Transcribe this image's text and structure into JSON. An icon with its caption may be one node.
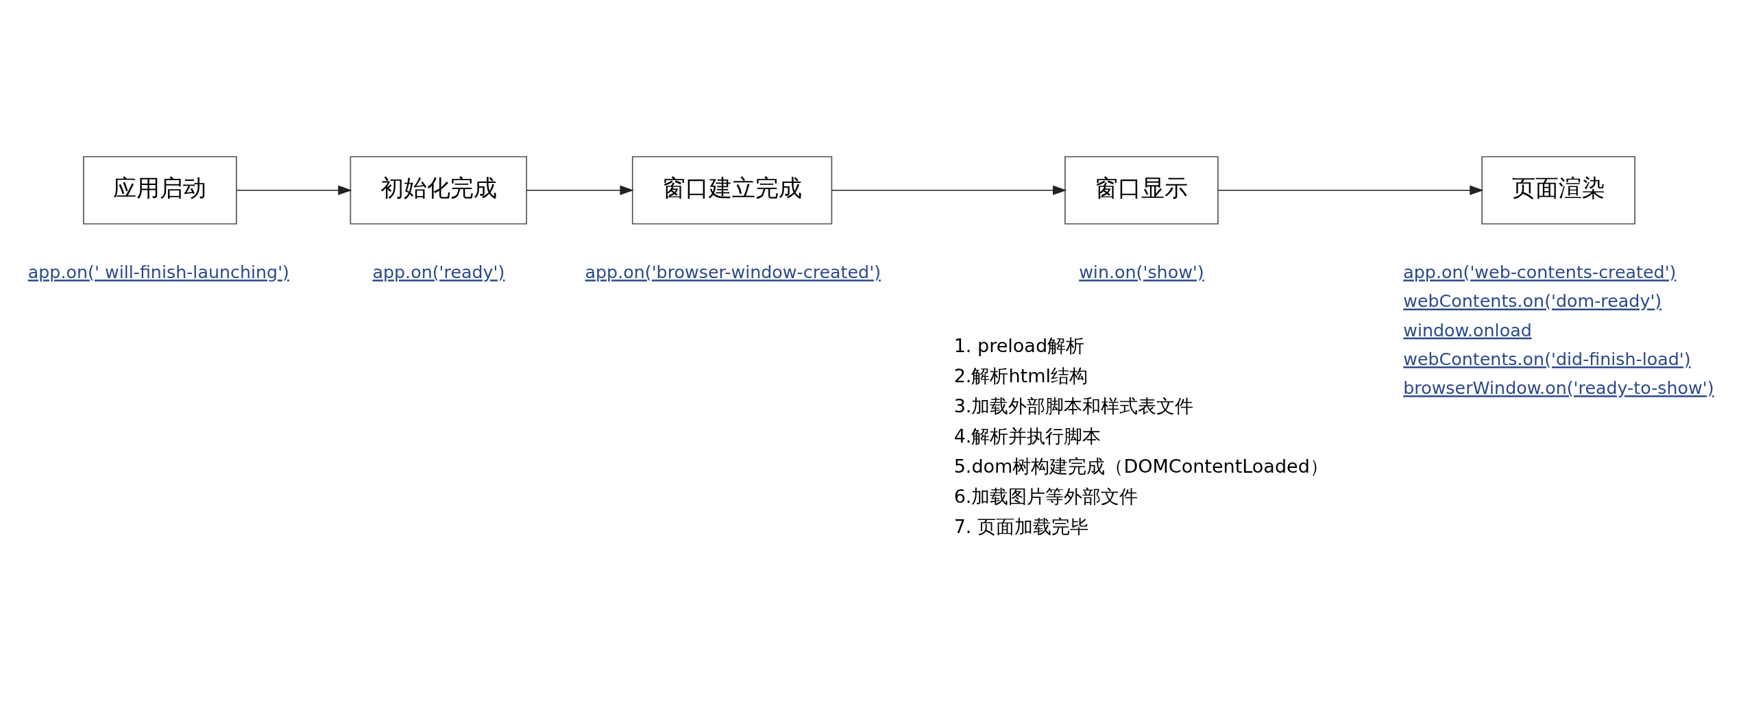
{
  "diagram": {
    "nodes": [
      {
        "text": [
          "应用启动"
        ],
        "beside": [
          "app.on(' will-finish-launching')"
        ]
      },
      {
        "text": [
          "初始化完成"
        ],
        "beside": [
          "app.on('ready')"
        ]
      },
      {
        "text": [
          "窗口建立完成"
        ],
        "beside": [
          "app.on('browser-window-created')"
        ]
      },
      {
        "text": [
          "窗口显示"
        ],
        "beside": [
          "win.on('show')"
        ]
      },
      {
        "text": [
          "页面渲染"
        ],
        "beside": [
          "app.on('web-contents-created')",
          "webContents.on('dom-ready')",
          "window.onload",
          "webContents.on('did-finish-load')",
          "browserWindow.on('ready-to-show')"
        ]
      }
    ],
    "edges": [
      {
        "from": 0,
        "to": 1,
        "arrow": "to"
      },
      {
        "from": 1,
        "to": 2,
        "arrow": "to"
      },
      {
        "from": 2,
        "to": 3,
        "arrow": "to"
      },
      {
        "from": 3,
        "to": 4,
        "arrow": "to"
      }
    ],
    "labels": [
      "1. preload解析",
      "2.解析html结构",
      "3.加载外部脚本和样式表文件",
      "4.解析并执行脚本",
      "5.dom树构建完成（DOMContentLoaded）",
      "6.加载图片等外部文件",
      "7. 页面加载完毕"
    ]
  }
}
